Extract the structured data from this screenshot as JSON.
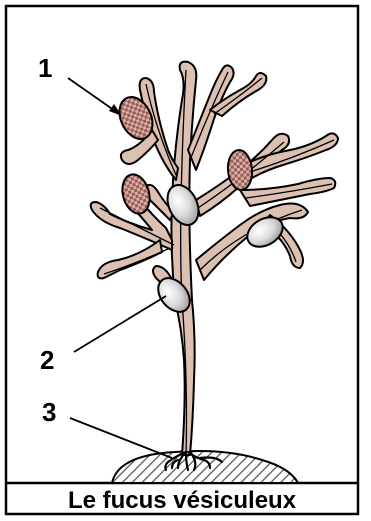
{
  "title": "Le fucus vésiculeux",
  "labels": [
    {
      "id": "1",
      "text": "1"
    },
    {
      "id": "2",
      "text": "2"
    },
    {
      "id": "3",
      "text": "3"
    }
  ],
  "colors": {
    "thallus": "#dcc0b2",
    "outline": "#000000",
    "receptacle_grid": "#9a5a58",
    "float": "#cfcfcf",
    "rock_hatch": "#555555",
    "frame": "#000000"
  },
  "icons": {
    "receptacle": "checkered-receptacle-icon",
    "float": "air-bladder-icon",
    "holdfast": "holdfast-icon",
    "rock": "hatched-rock-icon"
  }
}
